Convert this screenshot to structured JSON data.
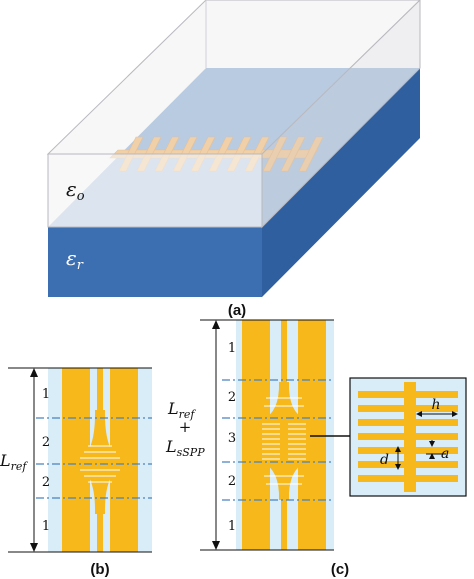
{
  "panel_a": {
    "caption": "(a)",
    "eps_top": "ε",
    "eps_top_sub": "o",
    "eps_sub": "ε",
    "eps_sub_sub": "r"
  },
  "panel_b": {
    "caption": "(b)",
    "length_label": "L",
    "length_sub": "ref",
    "regions": [
      "1",
      "2",
      "2",
      "1"
    ]
  },
  "panel_c": {
    "caption": "(c)",
    "length_label_1": "L",
    "length_sub_1": "ref",
    "plus": "+",
    "length_label_2": "L",
    "length_sub_2": "sSPP",
    "regions": [
      "1",
      "2",
      "3",
      "2",
      "1"
    ],
    "inset_h": "h",
    "inset_d": "d",
    "inset_a": "a"
  },
  "colors": {
    "conductor": "#f6b81a",
    "substrate_front": "#3c6fb2",
    "substrate_top": "#8fb0d6",
    "background_panel": "#d8edf7",
    "dash_line": "#4a82c0"
  }
}
